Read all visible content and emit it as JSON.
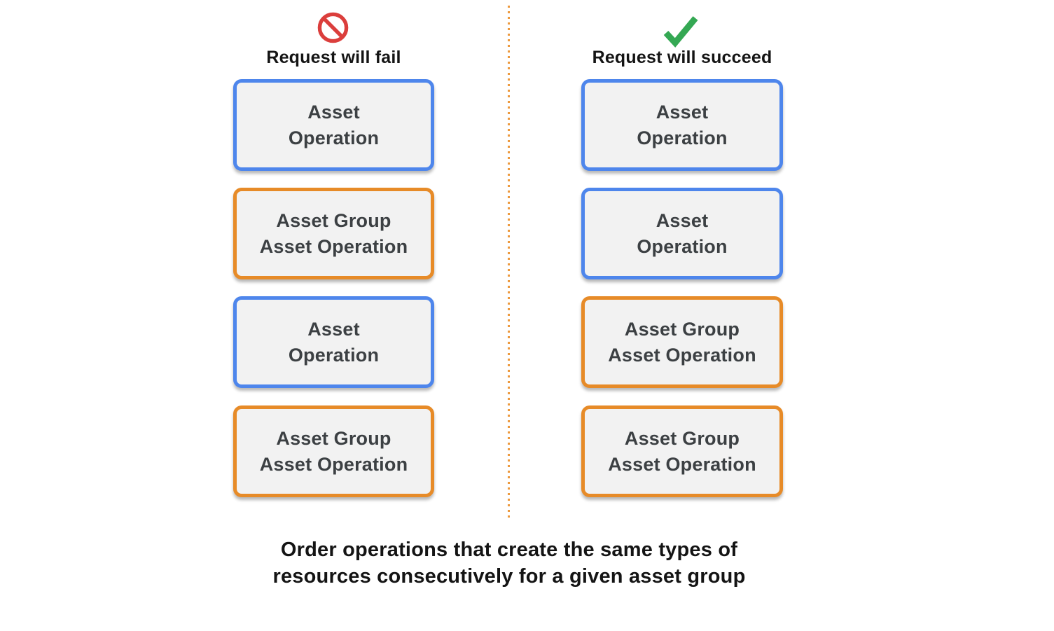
{
  "columns": [
    {
      "id": "fail",
      "icon": "prohibition-icon",
      "heading": "Request will fail",
      "boxes": [
        {
          "label": "Asset\nOperation",
          "kind": "asset-operation",
          "border_color": "#4E86EC"
        },
        {
          "label": "Asset Group\nAsset Operation",
          "kind": "asset-group-asset-operation",
          "border_color": "#E78B28"
        },
        {
          "label": "Asset\nOperation",
          "kind": "asset-operation",
          "border_color": "#4E86EC"
        },
        {
          "label": "Asset Group\nAsset Operation",
          "kind": "asset-group-asset-operation",
          "border_color": "#E78B28"
        }
      ]
    },
    {
      "id": "succeed",
      "icon": "checkmark-icon",
      "heading": "Request will succeed",
      "boxes": [
        {
          "label": "Asset\nOperation",
          "kind": "asset-operation",
          "border_color": "#4E86EC"
        },
        {
          "label": "Asset\nOperation",
          "kind": "asset-operation",
          "border_color": "#4E86EC"
        },
        {
          "label": "Asset Group\nAsset Operation",
          "kind": "asset-group-asset-operation",
          "border_color": "#E78B28"
        },
        {
          "label": "Asset Group\nAsset Operation",
          "kind": "asset-group-asset-operation",
          "border_color": "#E78B28"
        }
      ]
    }
  ],
  "caption": "Order operations that create the same types of\nresources consecutively for a given asset group",
  "colors": {
    "blue_border": "#4E86EC",
    "orange_border": "#E78B28",
    "box_background": "#F2F2F2",
    "box_text": "#3C4043",
    "fail_icon_red": "#DB3E3C",
    "success_icon_green": "#34A853",
    "divider_orange": "#ED9A3F",
    "heading_text": "#141414"
  }
}
